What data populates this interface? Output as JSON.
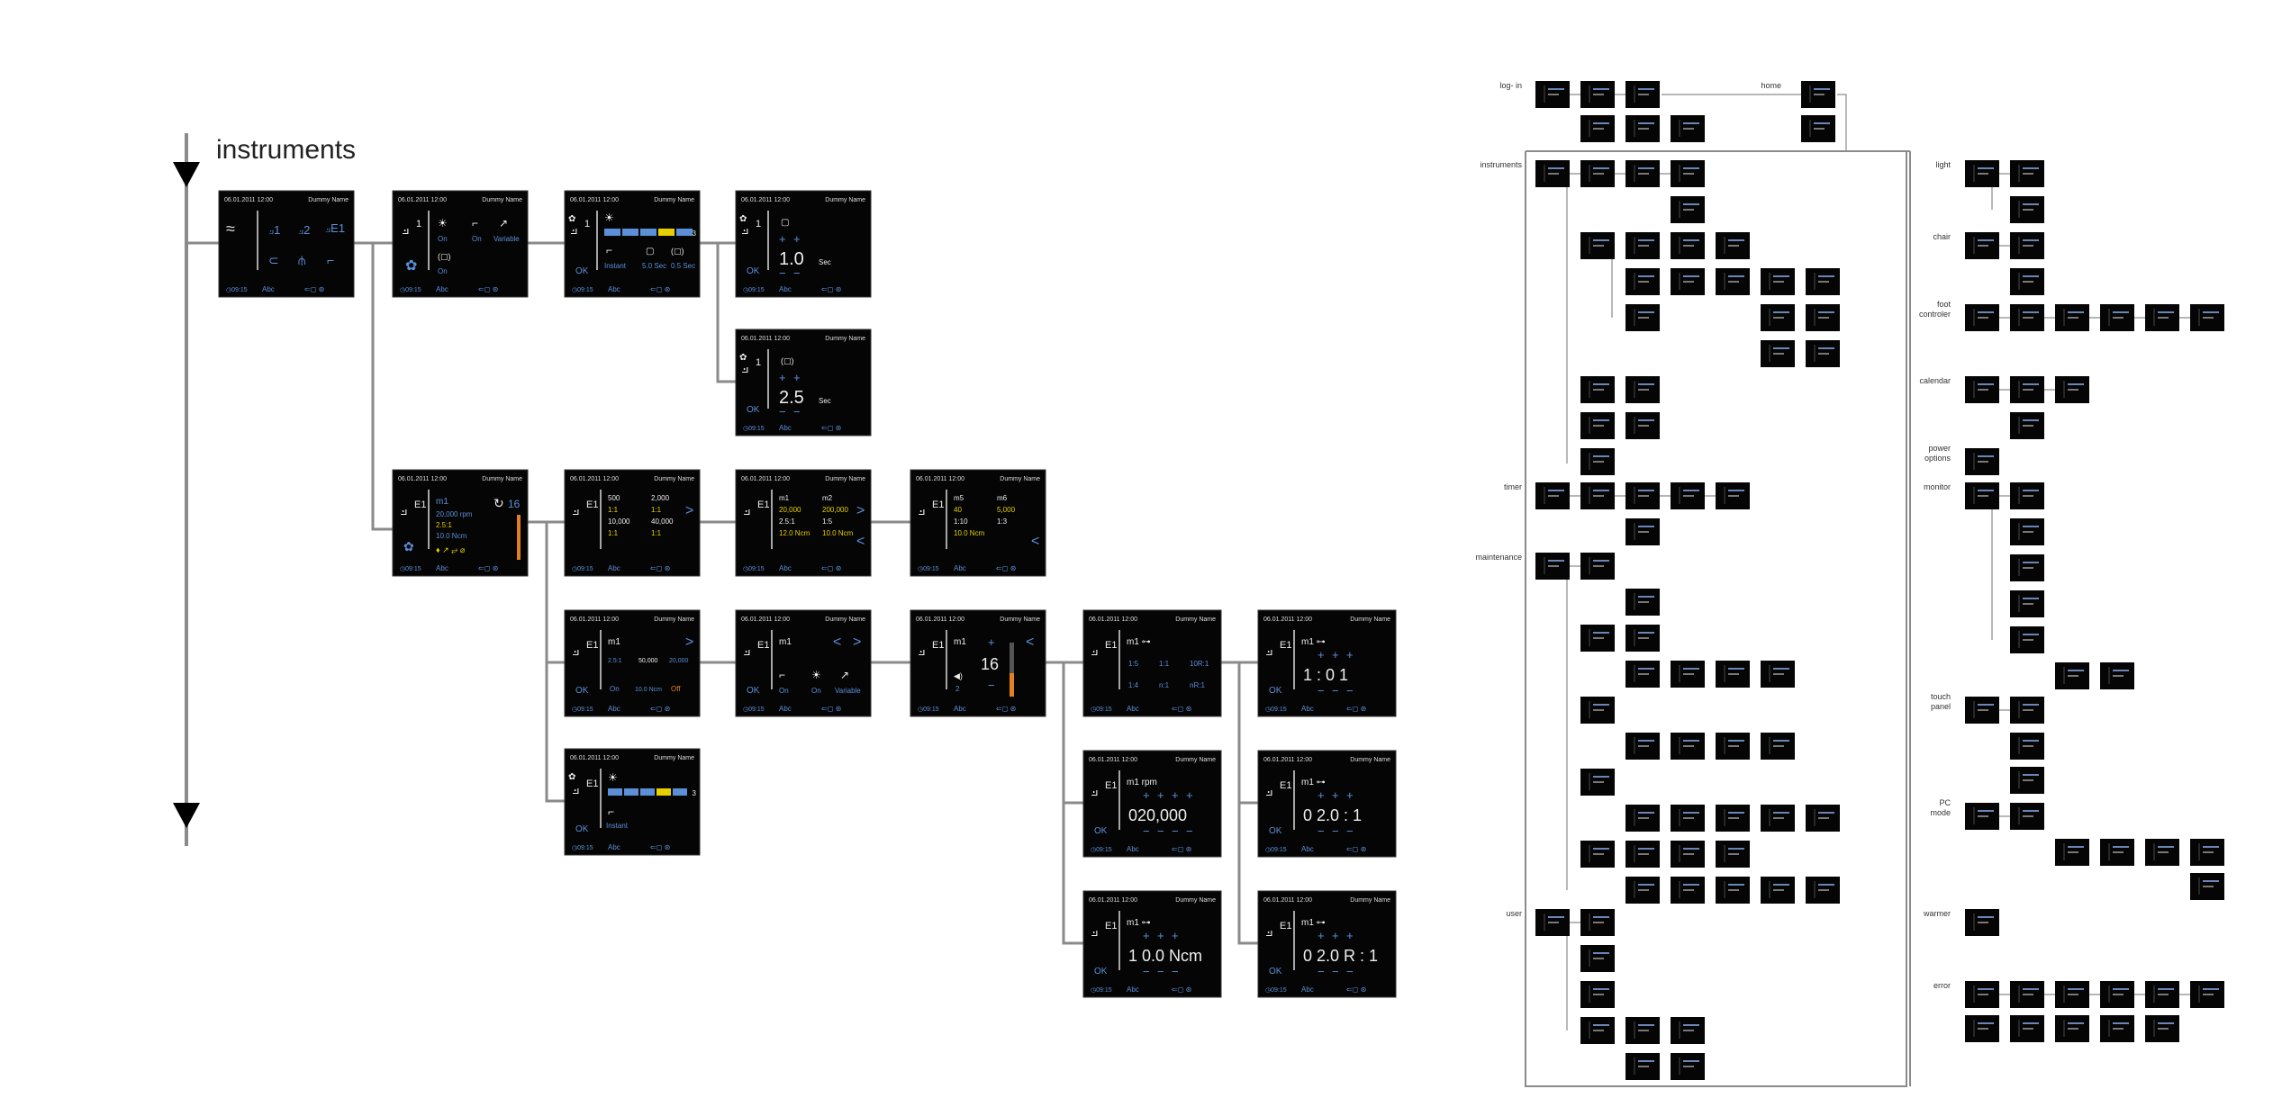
{
  "left_section": {
    "title": "instruments",
    "screen_top": {
      "date": "06.01.2011",
      "time": "12:00",
      "user": "Dummy Name"
    },
    "screen_bottom": {
      "clock": "09:15",
      "abc": "Abc",
      "ok": "OK"
    },
    "screens": {
      "s_list": {
        "labels": [
          "1",
          "2",
          "E1"
        ]
      },
      "s_inst1": {
        "labels": [
          "On",
          "On",
          "Variable",
          "On"
        ]
      },
      "s_light": {
        "labels": [
          "Instant",
          "5.0 Sec",
          "0.5 Sec"
        ],
        "value": "3"
      },
      "s_delay1": {
        "value": "1.0",
        "unit": "Sec"
      },
      "s_delay2": {
        "value": "2.5",
        "unit": "Sec"
      },
      "s_e1_main": {
        "title": "m1",
        "value": "16",
        "lines": [
          "20,000 rpm",
          "2.5:1",
          "10.0 Ncm"
        ]
      },
      "s_e1_prog1": {
        "values": [
          "500",
          "2,000",
          "1:1",
          "1:1",
          "10,000",
          "40,000",
          "1:1",
          "1:1"
        ]
      },
      "s_e1_prog2": {
        "values": [
          "m1",
          "m2",
          "20,000",
          "200,000",
          "2.5:1",
          "1:5",
          "12.0 Ncm",
          "10.0 Ncm"
        ]
      },
      "s_e1_prog3": {
        "values": [
          "m5",
          "m6",
          "40",
          "5,000",
          "1:10",
          "1:3",
          "10.0 Ncm"
        ]
      },
      "s_m1_a": {
        "title": "m1",
        "values": [
          "2.5:1",
          "50,000",
          "20,000",
          "On",
          "10.0 Ncm",
          "Off"
        ]
      },
      "s_m1_b": {
        "title": "m1",
        "labels": [
          "On",
          "On",
          "Variable"
        ]
      },
      "s_m1_c": {
        "title": "m1",
        "value": "16",
        "small": "2"
      },
      "s_m1_d": {
        "title": "m1",
        "values": [
          "1:5",
          "1:1",
          "10R:1",
          "1:4",
          "n:1",
          "nR:1"
        ]
      },
      "s_ratio": {
        "title": "m1",
        "value": "1 : 0 1"
      },
      "s_rpm": {
        "title": "m1",
        "unit": "rpm",
        "value": "020,000"
      },
      "s_ratio2": {
        "title": "m1",
        "value": "0 2.0 : 1"
      },
      "s_ncm": {
        "title": "m1",
        "value": "1 0.0",
        "unit": "Ncm"
      },
      "s_ratio3": {
        "title": "m1",
        "value": "0 2.0 R : 1"
      },
      "s_e1_light": {
        "value": "3",
        "label": "Instant"
      }
    }
  },
  "right_section": {
    "labels_left": [
      "log- in",
      "home",
      "instruments",
      "timer",
      "maintenance",
      "user"
    ],
    "labels_right": [
      "light",
      "chair",
      "foot controler",
      "calendar",
      "power options",
      "monitor",
      "touch panel",
      "PC mode",
      "warmer",
      "error"
    ]
  },
  "colors": {
    "screen_bg": "#050505",
    "accent_blue": "#5b8fd8",
    "highlight_yellow": "#e8d000",
    "line_gray": "#8a8a8a",
    "warning_orange": "#e08020"
  }
}
